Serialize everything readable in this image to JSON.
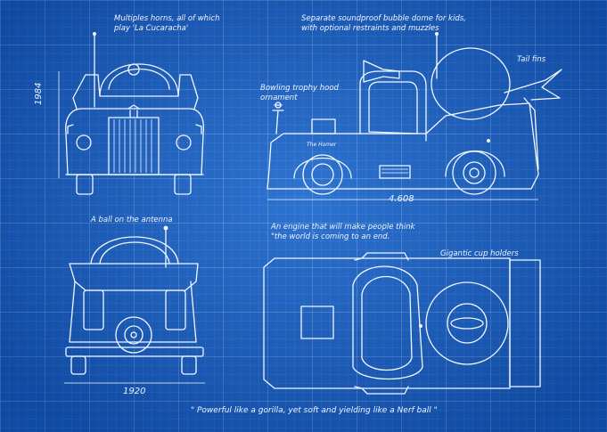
{
  "annotations": {
    "horns": [
      "Multiples horns, all of which",
      "play 'La Cucaracha'"
    ],
    "dome": [
      "Separate soundproof bubble dome for kids,",
      "with optional restraints and muzzles"
    ],
    "tail_fins": "Tail fins",
    "hood_ornament": [
      "Bowling trophy hood",
      "ornament"
    ],
    "antenna_ball": "A ball on the antenna",
    "engine": [
      "An engine that will make people think",
      "\"the world is coming to an end."
    ],
    "cup_holders": "Gigantic cup holders",
    "quote": "\" Powerful like a gorilla, yet soft and yielding like a Nerf ball \""
  },
  "dimensions": {
    "height": "1984",
    "length": "4.608",
    "width": "1920"
  },
  "badge": "The Homer",
  "colors": {
    "background": "#1664cc",
    "line": "#f2f7ff"
  }
}
